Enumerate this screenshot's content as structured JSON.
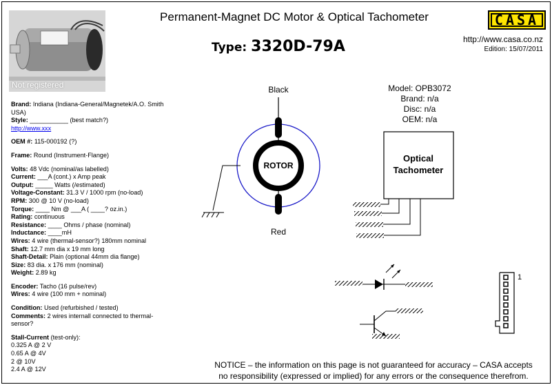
{
  "header": {
    "title": "Permanent-Magnet DC Motor & Optical Tachometer",
    "type_label": "Type:",
    "type_value": "3320D-79A",
    "logo_text": "CASA",
    "url": "http://www.casa.co.nz",
    "edition": "Edition: 15/07/2011"
  },
  "photo": {
    "watermark": "Not registered"
  },
  "specs": {
    "brand_label": "Brand:",
    "brand_value": "Indiana (Indiana-General/Magnetek/A.O. Smith USA)",
    "style_label": "Style:",
    "style_value": "___________ (best match?)",
    "link": "http://www.xxx",
    "oem_label": "OEM #:",
    "oem_value": "115-000192 (?)",
    "frame_label": "Frame:",
    "frame_value": "Round (Instrument-Flange)",
    "volts_label": "Volts:",
    "volts_value": "48 Vdc (nominal/as labelled)",
    "current_label": "Current:",
    "current_value": "___A (cont.) x Amp peak",
    "output_label": "Output:",
    "output_value": "_____ Watts (/estimated)",
    "vconst_label": "Voltage-Constant:",
    "vconst_value": "31.3 V / 1000 rpm (no-load)",
    "rpm_label": "RPM:",
    "rpm_value": "300 @ 10 V (no-load)",
    "torque_label": "Torque:",
    "torque_value": "____ Nm @ ___A ( ____? oz.in.)",
    "rating_label": "Rating:",
    "rating_value": "continuous",
    "resistance_label": "Resistance:",
    "resistance_value": "____ Ohms / phase (nominal)",
    "inductance_label": "Inductance:",
    "inductance_value": "____mH",
    "wires_label": "Wires:",
    "wires_value": "4 wire (thermal-sensor?) 180mm nominal",
    "shaft_label": "Shaft:",
    "shaft_value": "12.7 mm dia x 19 mm long",
    "shaftdetail_label": "Shaft-Detail:",
    "shaftdetail_value": "Plain (optional 44mm dia flange)",
    "size_label": "Size:",
    "size_value": "83 dia. x 176 mm (nominal)",
    "weight_label": "Weight:",
    "weight_value": "2.89 kg",
    "encoder_label": "Encoder:",
    "encoder_value": " Tacho (16 pulse/rev)",
    "encwires_label": "Wires:",
    "encwires_value": "4 wire (100 mm + nominal)",
    "condition_label": "Condition:",
    "condition_value": "Used (refurbished / tested)",
    "comments_label": "Comments:",
    "comments_value": "2 wires internall connected to thermal-sensor?",
    "stall_label": "Stall-Current",
    "stall_suffix": " (test-only):",
    "stall_rows": [
      "0.325 A @ 2 V",
      "0.65 A @ 4V",
      "2 @ 10V",
      "2.4 A @ 12V"
    ]
  },
  "motor": {
    "top_wire": "Black",
    "bottom_wire": "Red",
    "rotor": "ROTOR"
  },
  "tacho": {
    "model": "Model: OPB3072",
    "brand": "Brand: n/a",
    "disc": "Disc: n/a",
    "oem": "OEM: n/a",
    "box_line1": "Optical",
    "box_line2": "Tachometer"
  },
  "connector": {
    "pin_label": "1"
  },
  "notice": "NOTICE – the information on this page is not guaranteed for accuracy – CASA accepts no responsibility (expressed or implied) for any errors or the consequence therefrom.",
  "colors": {
    "logo_bg": "#ffe600",
    "stator_ring": "#1a1ac8",
    "link": "#0000ee"
  }
}
